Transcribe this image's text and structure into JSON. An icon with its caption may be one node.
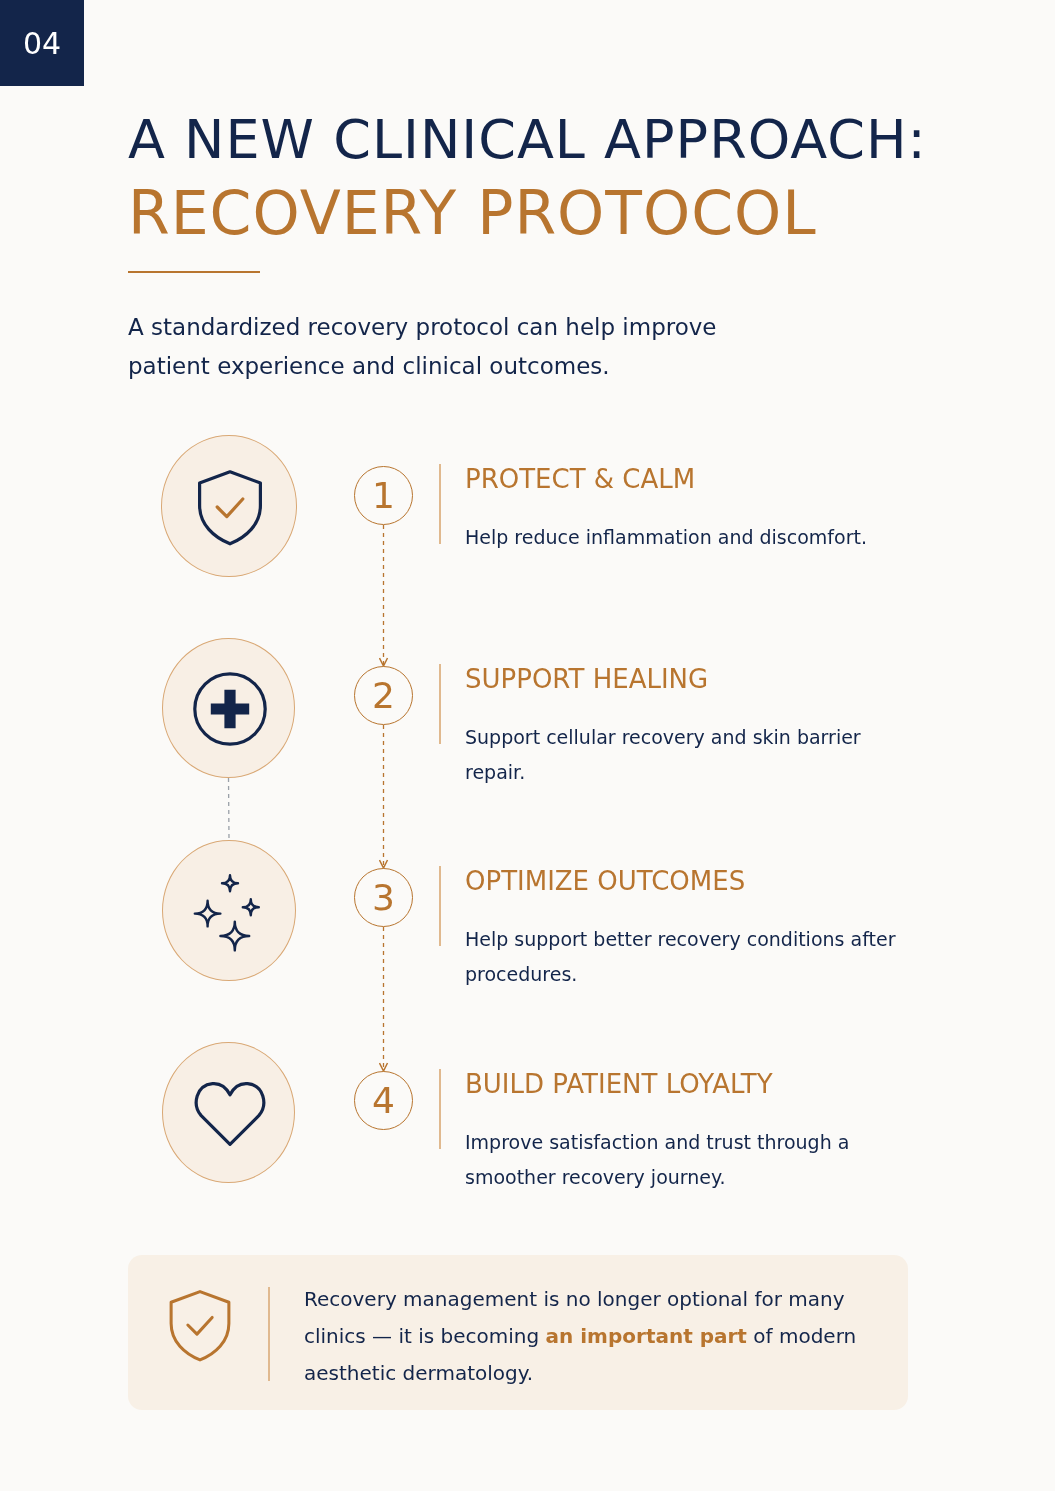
{
  "diagram": {
    "title": "A NEW CLINICAL APPROACH:",
    "nodes": [
      {
        "text": [
          "04"
        ]
      },
      {
        "text": [],
        "shape": "circle"
      },
      {
        "text": [
          "1"
        ],
        "beside": [
          "PROTECT & CALM",
          "Help reduce inflammation and discomfort."
        ]
      },
      {
        "text": [],
        "shape": "circle"
      },
      {
        "text": [
          "2"
        ],
        "beside": [
          "SUPPORT HEALING",
          "Support cellular recovery and skin barrier repair."
        ]
      },
      {
        "text": [],
        "shape": "circle"
      },
      {
        "text": [
          "3"
        ],
        "beside": [
          "OPTIMIZE OUTCOMES",
          "Help support better recovery conditions after procedures."
        ]
      },
      {
        "text": [],
        "shape": "circle"
      },
      {
        "text": [
          "4"
        ],
        "beside": [
          "BUILD PATIENT LOYALTY",
          "Improve satisfaction and trust through a smoother recovery journey."
        ]
      },
      {
        "text": [
          "Recovery management is no longer optional for many clinics — it is becoming **an important part** of modern aesthetic dermatology."
        ]
      }
    ],
    "edges": [
      {
        "from": 2,
        "to": 4,
        "arrow": "to",
        "style": "dashed"
      },
      {
        "from": 4,
        "to": 6,
        "arrow": "to",
        "style": "dashed"
      },
      {
        "from": 6,
        "to": 8,
        "arrow": "to",
        "style": "dashed"
      },
      {
        "from": 3,
        "to": 5,
        "arrow": "none",
        "style": "dashed",
        "color": "#9aa0a8"
      }
    ],
    "labels": [
      "RECOVERY PROTOCOL",
      "A standardized recovery protocol can help improve patient experience and clinical outcomes."
    ]
  }
}
